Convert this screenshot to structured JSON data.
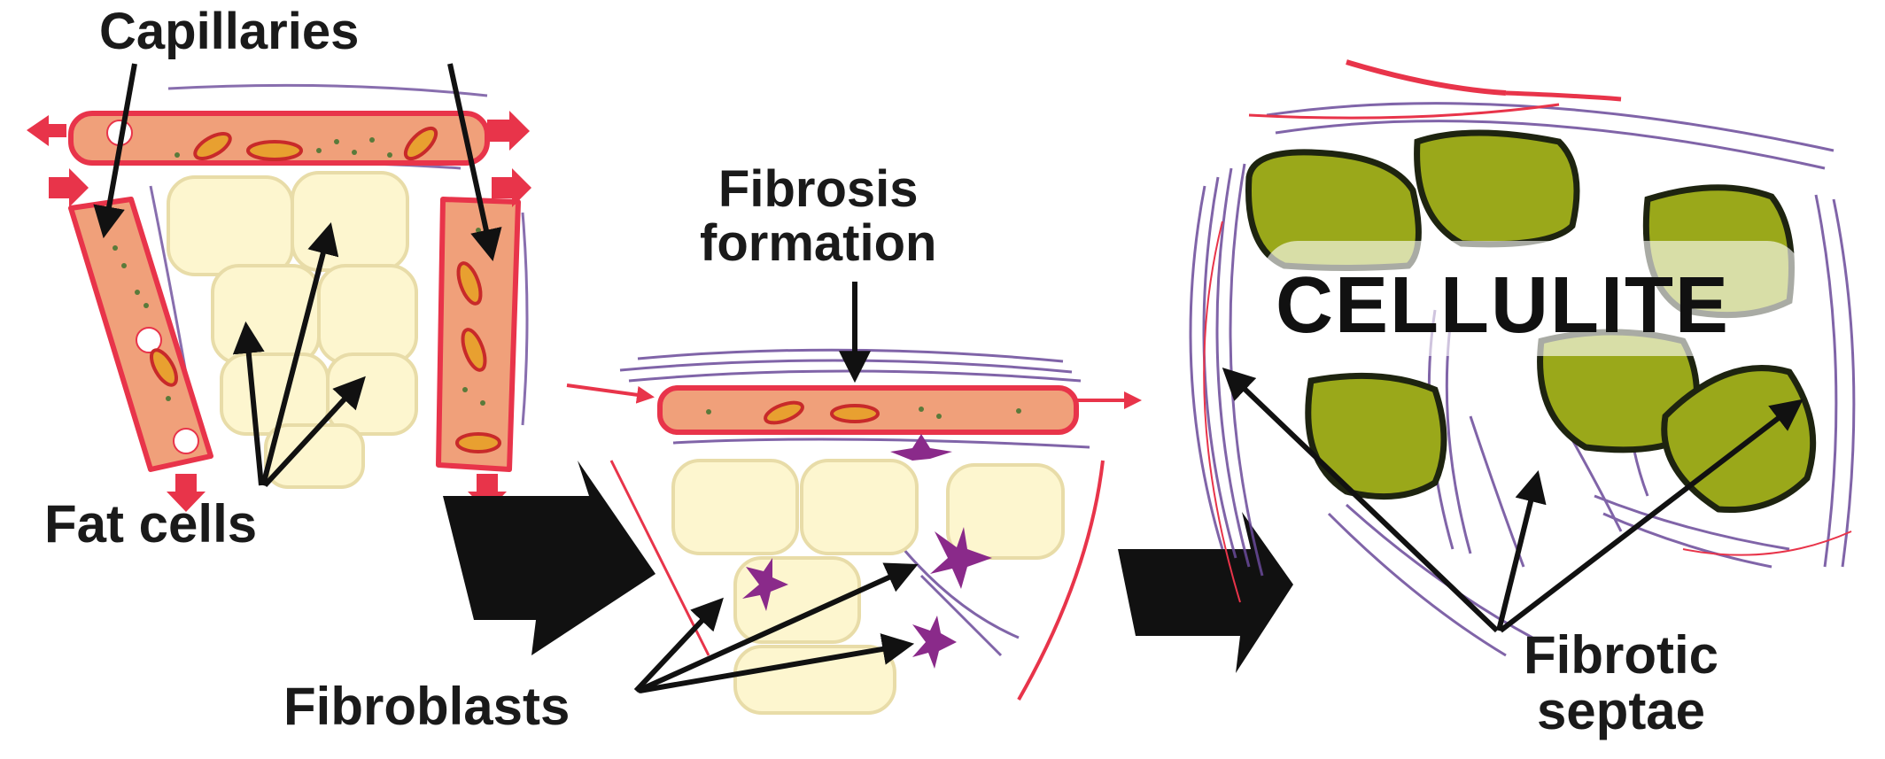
{
  "labels": {
    "capillaries": "Capillaries",
    "fat_cells": "Fat cells",
    "fibrosis_line1": "Fibrosis",
    "fibrosis_line2": "formation",
    "fibroblasts": "Fibroblasts",
    "cellulite": "CELLULITE",
    "septae_line1": "Fibrotic",
    "septae_line2": "septae"
  },
  "colors": {
    "vessel_wall": "#e8344a",
    "vessel_fill": "#f0a07a",
    "fat_cell": "#fdf6cf",
    "fat_cell_outline": "#e8dca8",
    "cellulite_cell": "#9aa81a",
    "fiber": "#6a4a9a",
    "fibroblast": "#8a2a8a",
    "arrow": "#111111"
  }
}
